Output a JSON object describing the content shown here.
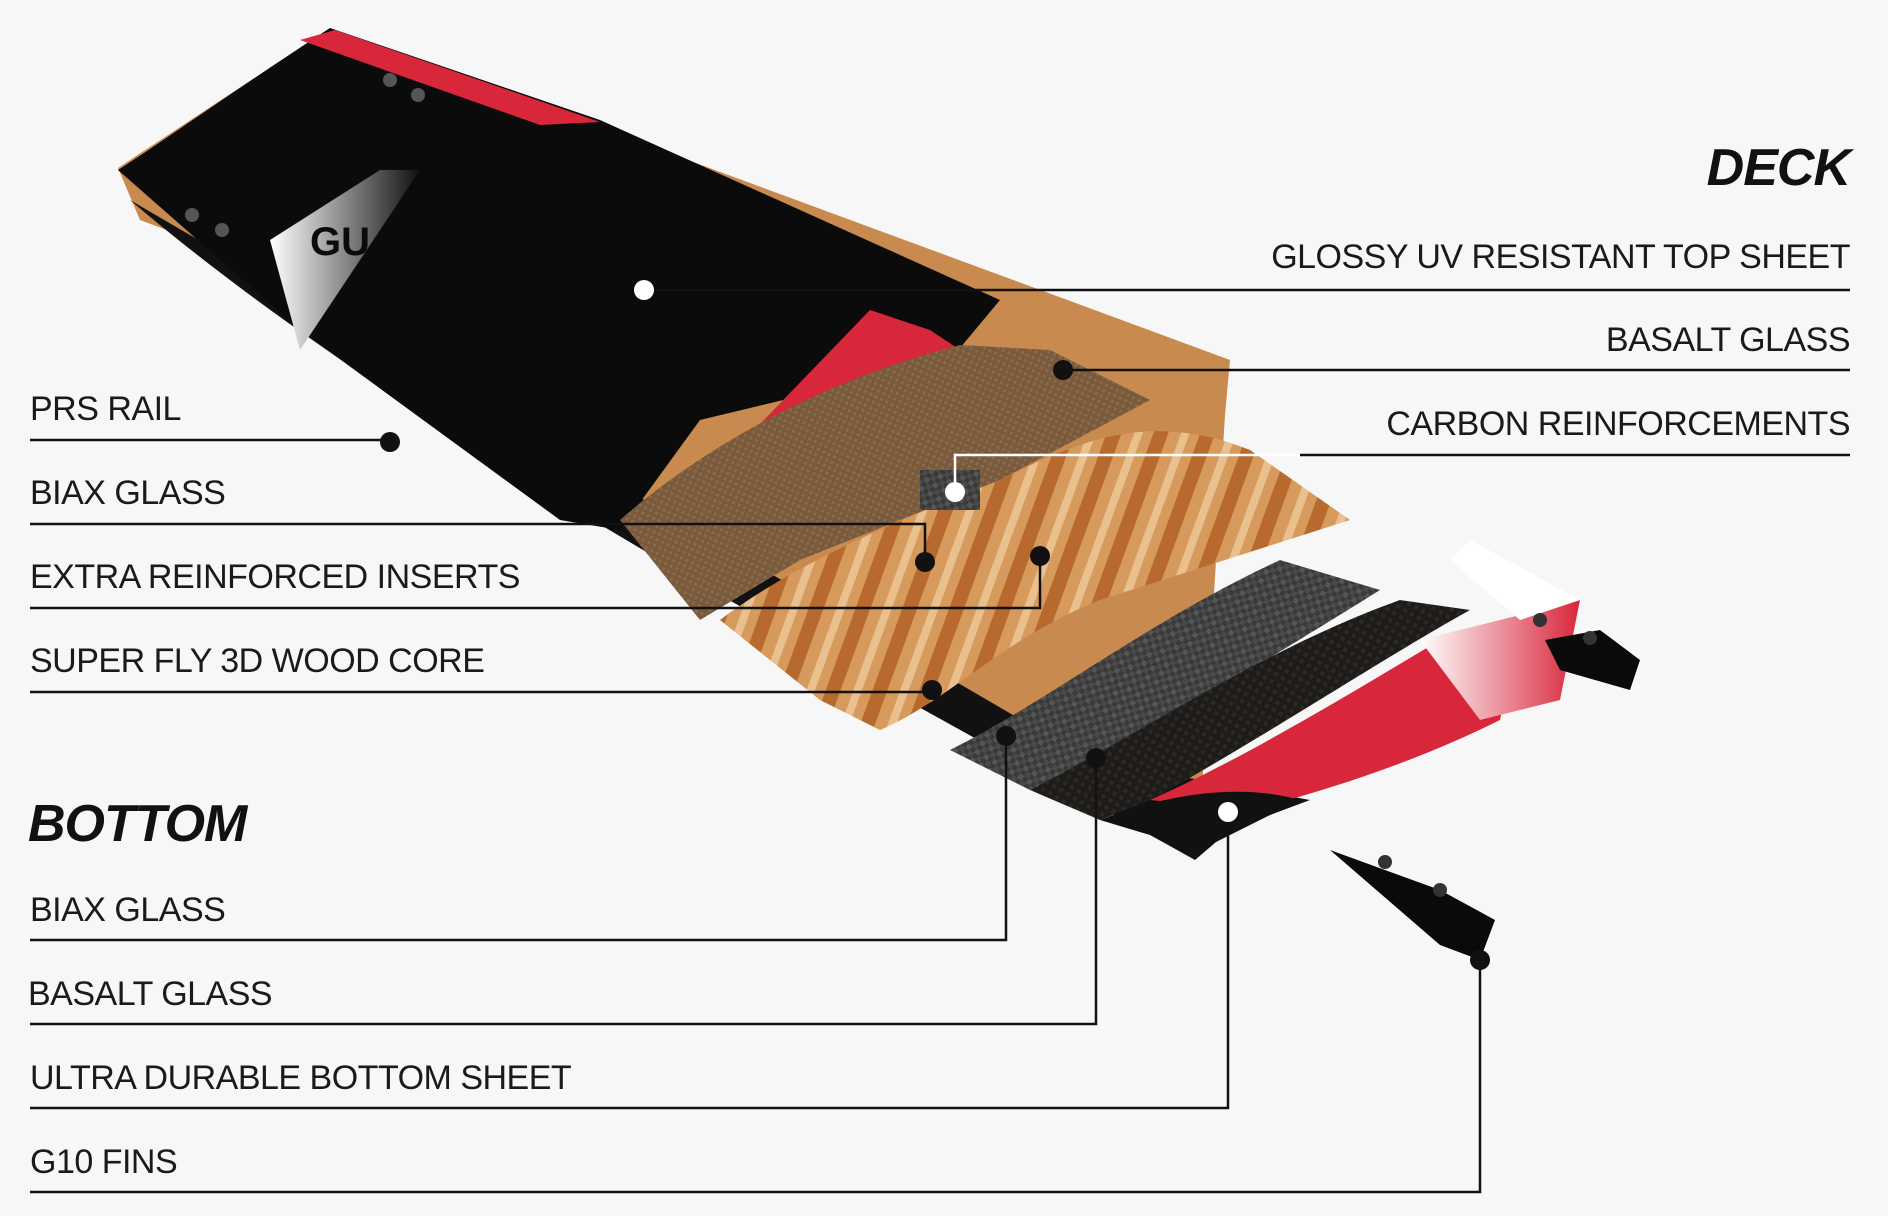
{
  "deck": {
    "heading": "DECK",
    "labels": [
      {
        "text": "GLOSSY UV RESISTANT TOP SHEET"
      },
      {
        "text": "BASALT GLASS"
      },
      {
        "text": "CARBON REINFORCEMENTS"
      }
    ]
  },
  "left_labels": [
    {
      "text": "PRS RAIL"
    },
    {
      "text": "BIAX GLASS"
    },
    {
      "text": "EXTRA REINFORCED INSERTS"
    },
    {
      "text": "SUPER FLY 3D WOOD CORE"
    }
  ],
  "bottom": {
    "heading": "BOTTOM",
    "labels": [
      {
        "text": "BIAX GLASS"
      },
      {
        "text": "BASALT GLASS"
      },
      {
        "text": "ULTRA DURABLE BOTTOM SHEET"
      },
      {
        "text": "G10 FINS"
      }
    ]
  },
  "colors": {
    "background": "#f7f7f7",
    "topsheet_black": "#0b0b0b",
    "accent_red": "#d8263b",
    "wood": "#c98a4e",
    "basalt": "#6b5238",
    "carbon": "#2b2b2b"
  }
}
